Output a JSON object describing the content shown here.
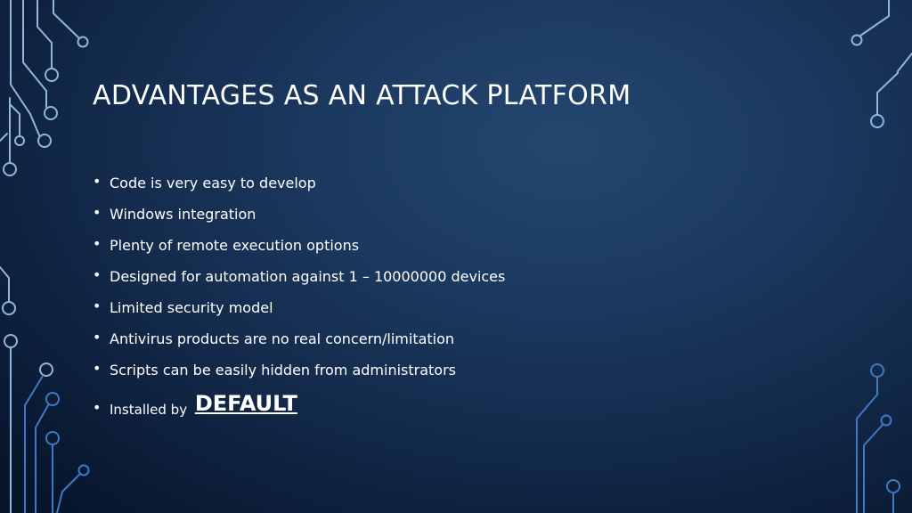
{
  "slide": {
    "title": "ADVANTAGES AS AN ATTACK PLATFORM",
    "bullets": [
      "Code is very easy to develop",
      "Windows integration",
      "Plenty of remote execution options",
      "Designed for automation against 1 – 10000000 devices",
      "Limited security model",
      "Antivirus products are no real concern/limitation",
      "Scripts can be easily hidden from administrators"
    ],
    "last_bullet": {
      "prefix": "Installed by",
      "emphasis": "DEFAULT"
    },
    "bullet_glyph": "•"
  },
  "theme": {
    "background": "#132a4b",
    "circuit_light": "#8fb6dd",
    "circuit_blue": "#3f78c4",
    "text": "#ffffff"
  }
}
